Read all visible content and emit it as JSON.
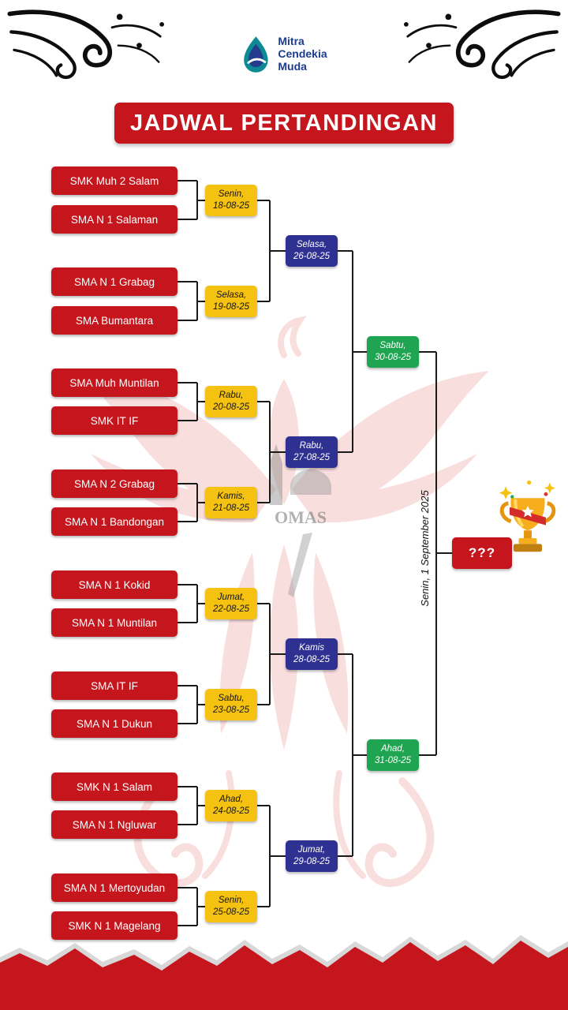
{
  "colors": {
    "red": "#C5161D",
    "yellow": "#F5C211",
    "blue": "#2E3192",
    "green": "#1FA551",
    "navy": "#1d3c8f",
    "gold": "#F6AE1C"
  },
  "logo": {
    "line1": "Mitra",
    "line2": "Cendekia",
    "line3": "Muda"
  },
  "title": "JADWAL PERTANDINGAN",
  "bracket": {
    "matches": [
      {
        "team1": "SMK Muh 2 Salam",
        "team2": "SMA N 1 Salaman",
        "day": "Senin,",
        "date": "18-08-25"
      },
      {
        "team1": "SMA N 1 Grabag",
        "team2": "SMA Bumantara",
        "day": "Selasa,",
        "date": "19-08-25"
      },
      {
        "team1": "SMA Muh Muntilan",
        "team2": "SMK IT IF",
        "day": "Rabu,",
        "date": "20-08-25"
      },
      {
        "team1": "SMA N 2 Grabag",
        "team2": "SMA N 1 Bandongan",
        "day": "Kamis,",
        "date": "21-08-25"
      },
      {
        "team1": "SMA N 1 Kokid",
        "team2": "SMA N 1 Muntilan",
        "day": "Jumat,",
        "date": "22-08-25"
      },
      {
        "team1": "SMA IT IF",
        "team2": "SMA N 1 Dukun",
        "day": "Sabtu,",
        "date": "23-08-25"
      },
      {
        "team1": "SMK N 1 Salam",
        "team2": "SMA N 1 Ngluwar",
        "day": "Ahad,",
        "date": "24-08-25"
      },
      {
        "team1": "SMA N 1 Mertoyudan",
        "team2": "SMK N 1 Magelang",
        "day": "Senin,",
        "date": "25-08-25"
      }
    ],
    "quarterfinals": [
      {
        "day": "Selasa,",
        "date": "26-08-25"
      },
      {
        "day": "Rabu,",
        "date": "27-08-25"
      },
      {
        "day": "Kamis",
        "date": "28-08-25"
      },
      {
        "day": "Jumat,",
        "date": "29-08-25"
      }
    ],
    "semifinals": [
      {
        "day": "Sabtu,",
        "date": "30-08-25"
      },
      {
        "day": "Ahad,",
        "date": "31-08-25"
      }
    ],
    "final": {
      "schedule": "Senin, 1 September 2025",
      "winner_placeholder": "???"
    }
  },
  "watermark": {
    "text": "OMAS"
  }
}
